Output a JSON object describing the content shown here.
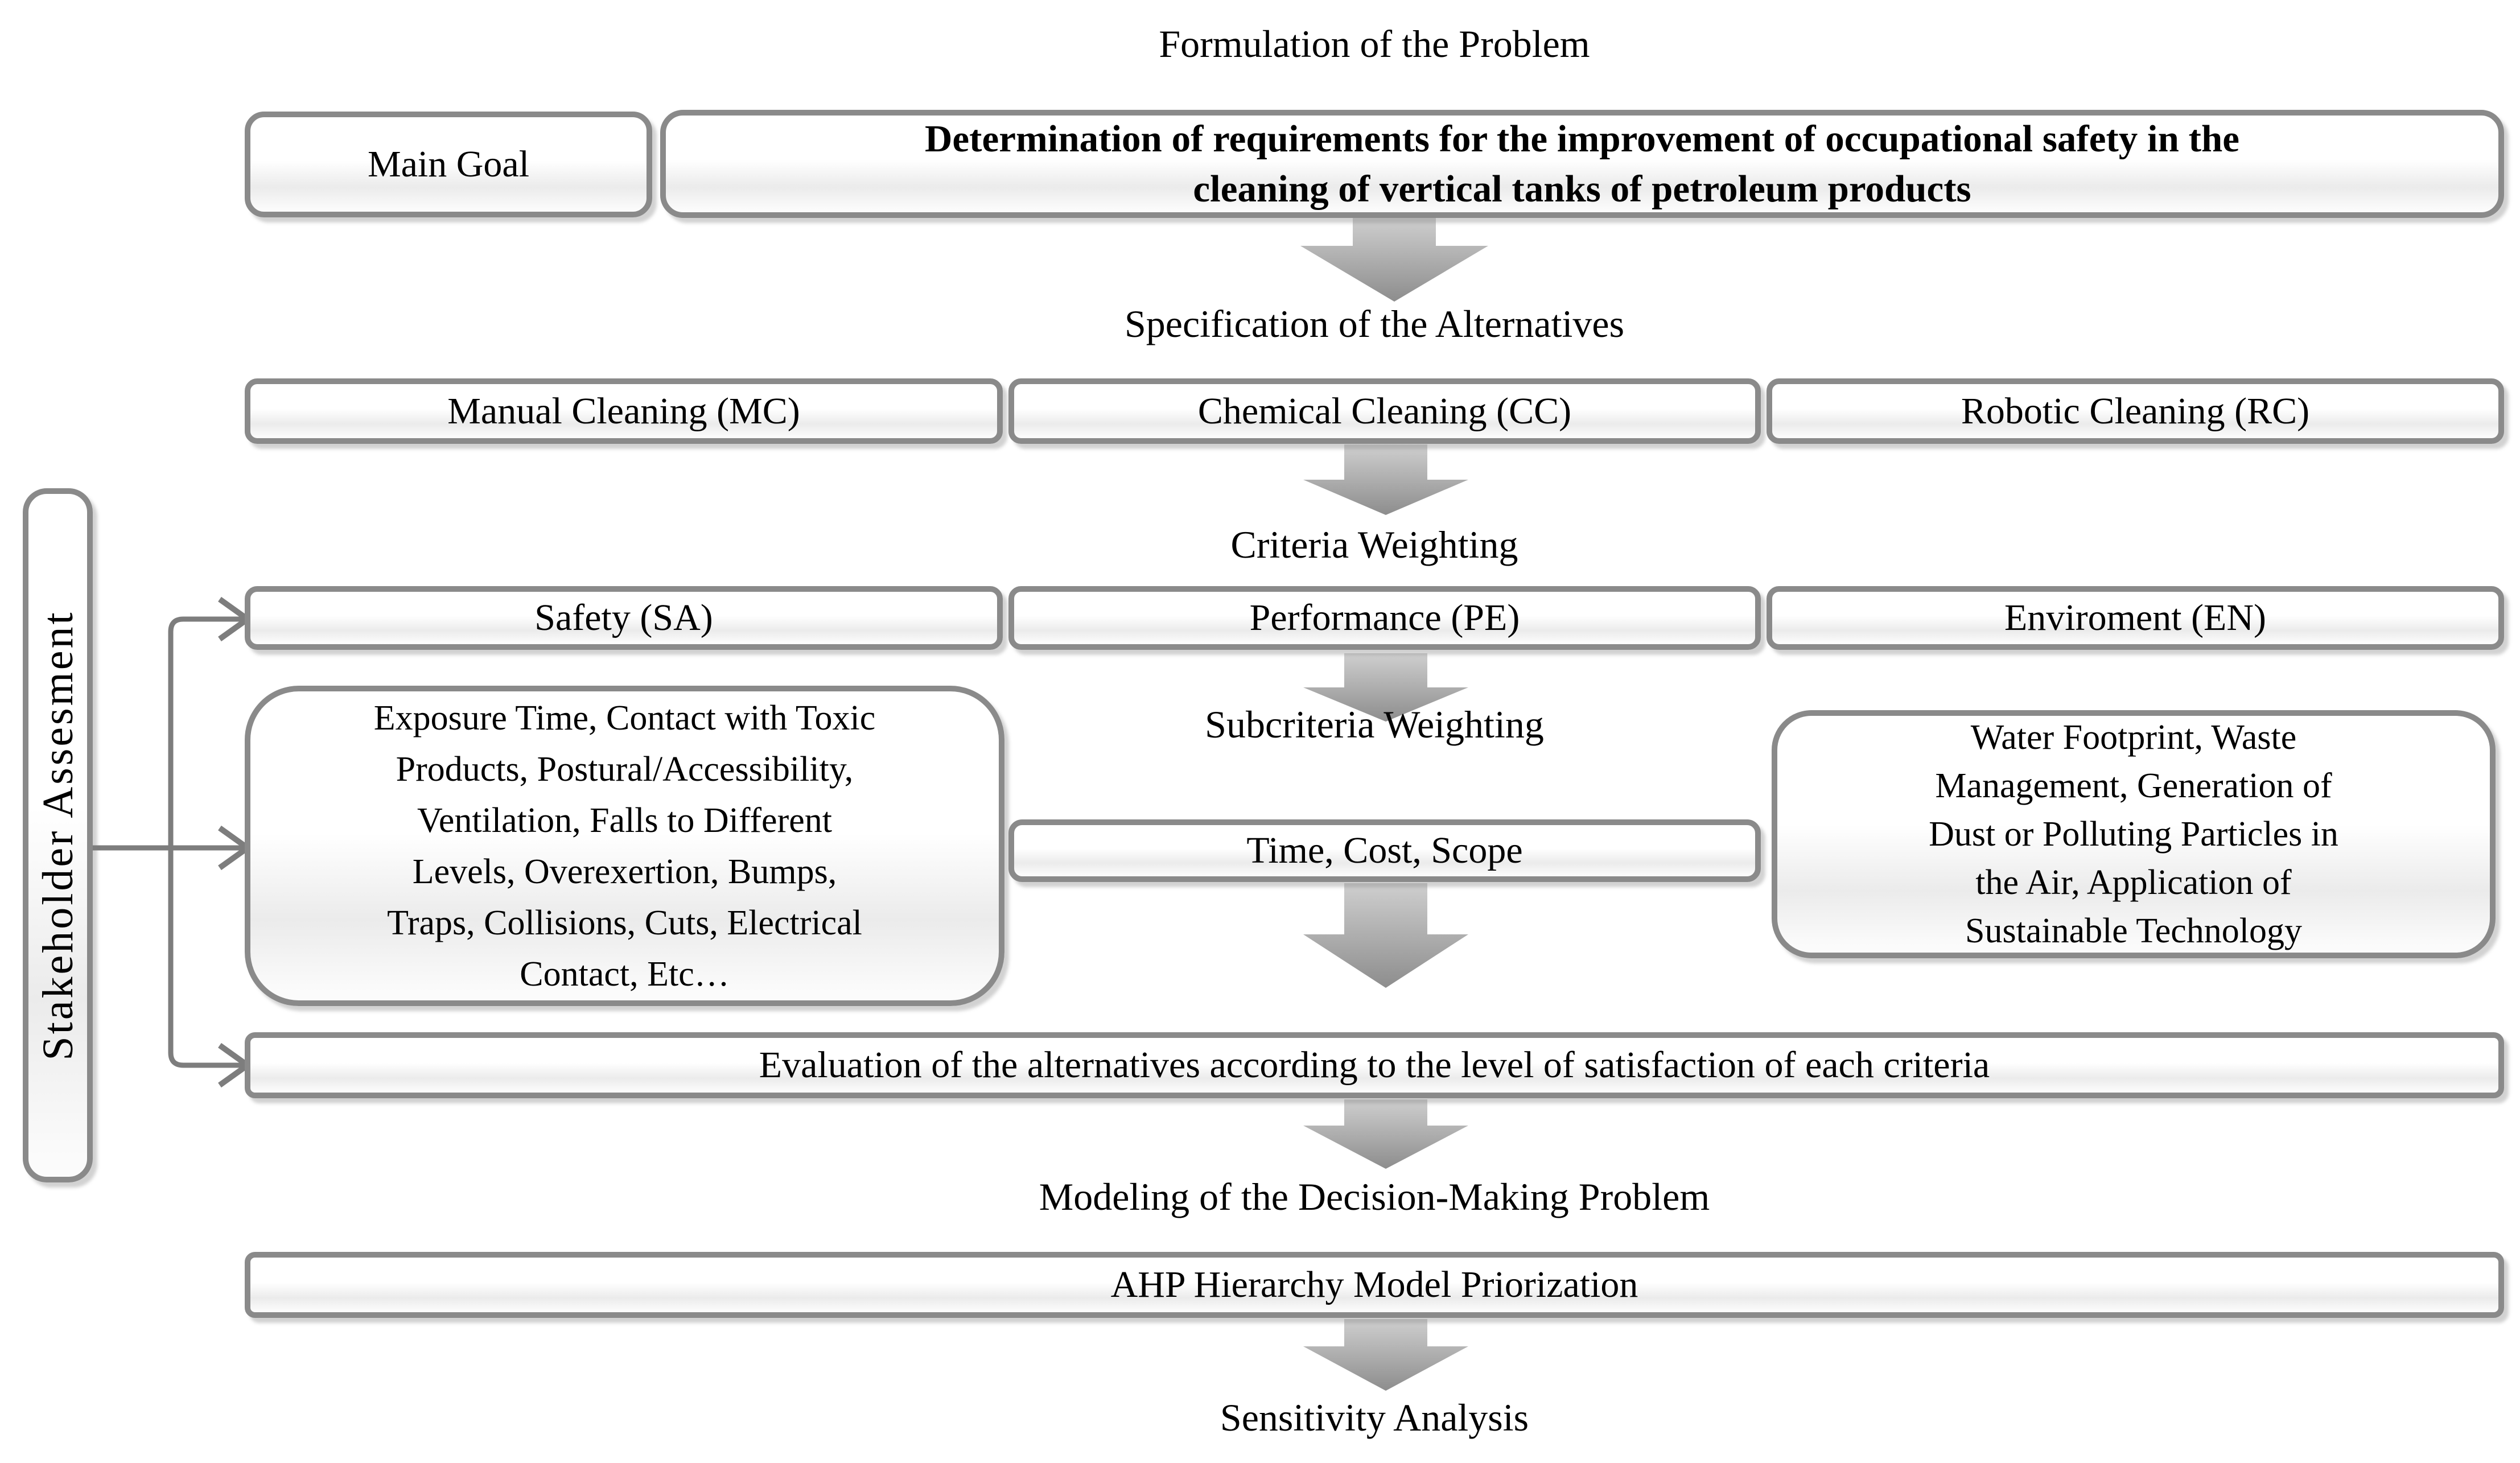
{
  "titles": {
    "formulation": "Formulation of the Problem",
    "specification": "Specification of the Alternatives",
    "criteria_weighting": "Criteria Weighting",
    "subcriteria_weighting": "Subcriteria Weighting",
    "modeling": "Modeling of the Decision-Making Problem",
    "sensitivity": "Sensitivity Analysis"
  },
  "main_goal": {
    "label": "Main Goal",
    "statement_lines": [
      "Determination of requirements for the improvement of occupational safety in the",
      "cleaning of vertical tanks of petroleum products"
    ]
  },
  "alternatives": [
    {
      "label": "Manual Cleaning (MC)"
    },
    {
      "label": "Chemical Cleaning (CC)"
    },
    {
      "label": "Robotic Cleaning (RC)"
    }
  ],
  "criteria": [
    {
      "label": "Safety (SA)"
    },
    {
      "label": "Performance (PE)"
    },
    {
      "label": "Enviroment (EN)"
    }
  ],
  "subcriteria": {
    "safety_lines": [
      "Exposure Time, Contact with Toxic",
      "Products, Postural/Accessibility,",
      "Ventilation, Falls to  Different",
      "Levels, Overexertion, Bumps,",
      "Traps, Collisions, Cuts, Electrical",
      "Contact, Etc…"
    ],
    "performance": "Time, Cost, Scope",
    "environment_lines": [
      "Water Footprint, Waste",
      "Management, Generation of",
      "Dust or Polluting Particles in",
      "the Air, Application of",
      "Sustainable Technology"
    ]
  },
  "evaluation_label": "Evaluation of the alternatives according to the level of satisfaction of each criteria",
  "ahp_label": "AHP Hierarchy Model Priorization",
  "stakeholder_label": "Stakeholder Assesment",
  "icons": {
    "flow_arrow": "down-arrow",
    "stakeholder_arrowhead": "chevron-right"
  },
  "colors": {
    "box_border": "#8a8a8a",
    "connector": "#7d7d7d",
    "arrow_top": "#cfcfcf",
    "arrow_bottom": "#8d8d8d",
    "text": "#000000"
  }
}
